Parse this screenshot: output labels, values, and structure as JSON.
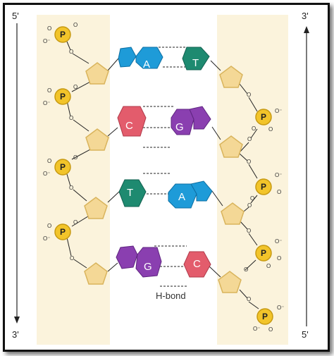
{
  "labels": {
    "left_top": "5'",
    "left_bottom": "3'",
    "right_top": "3'",
    "right_bottom": "5'",
    "hbond": "H-bond",
    "phosphate": "P",
    "oxygen": "O",
    "oxygen_minus": "O⁻"
  },
  "pairs": [
    {
      "left": "A",
      "right": "T",
      "left_color": "#1e9bd8",
      "right_color": "#1e8a70"
    },
    {
      "left": "C",
      "right": "G",
      "left_color": "#e35c6c",
      "right_color": "#8a3fb0"
    },
    {
      "left": "T",
      "right": "A",
      "left_color": "#1e8a70",
      "right_color": "#1e9bd8"
    },
    {
      "left": "G",
      "right": "C",
      "left_color": "#8a3fb0",
      "right_color": "#e35c6c"
    }
  ],
  "colors": {
    "backbone_band": "#fbf3dc",
    "sugar_fill": "#f4d896",
    "sugar_stroke": "#d9b45c",
    "phosphate_fill": "#f2c42a",
    "phosphate_stroke": "#c79a12",
    "bond_line": "#222222"
  }
}
